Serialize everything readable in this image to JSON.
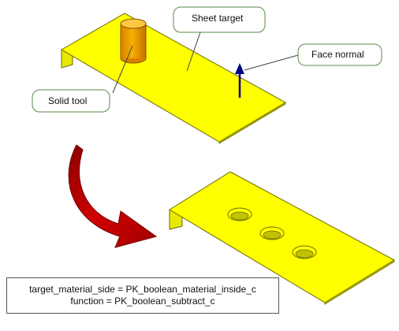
{
  "labels": {
    "sheet_target": "Sheet target",
    "face_normal": "Face normal",
    "solid_tool": "Solid tool"
  },
  "code": {
    "line1": "target_material_side = PK_boolean_material_inside_c",
    "line2": "function = PK_boolean_subtract_c"
  },
  "colors": {
    "sheet_fill": "#ffff00",
    "sheet_edge": "#6b6b00",
    "tool_fill": "#f5a300",
    "normal_arrow": "#000080",
    "result_arrow": "#c00000",
    "callout_border": "#5b8a4a"
  },
  "result": {
    "hole_count": 3
  }
}
